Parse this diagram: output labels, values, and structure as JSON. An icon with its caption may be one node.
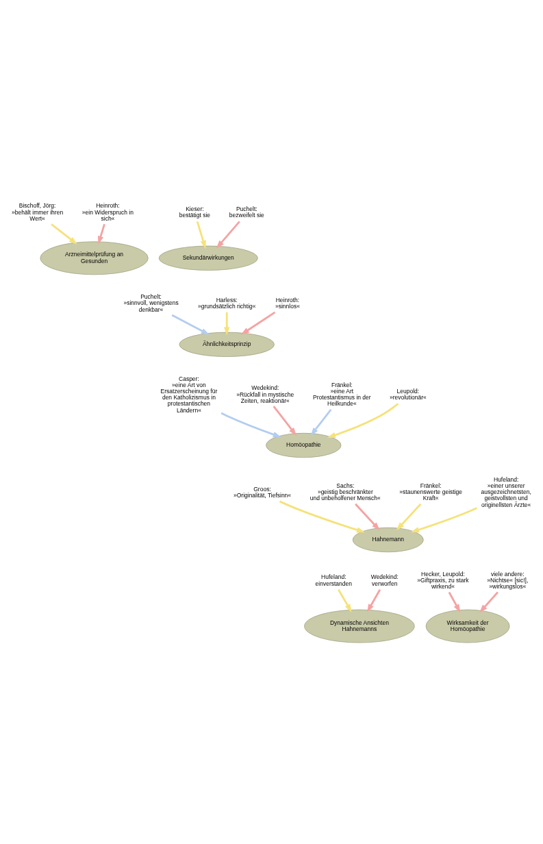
{
  "diagram": {
    "nodes": [
      {
        "text": [
          "Bischoff, Jörg:",
          "»behält immer ihren Wert«"
        ]
      },
      {
        "text": [
          "Heinroth:",
          "»ein Widerspruch in sich«"
        ]
      },
      {
        "text": [
          "Arzneimittelprüfung an Gesunden"
        ]
      },
      {
        "text": [
          "Kieser:",
          "bestätigt sie"
        ]
      },
      {
        "text": [
          "Puchelt:",
          "bezweifelt sie"
        ]
      },
      {
        "text": [
          "Sekundärwirkungen"
        ]
      },
      {
        "text": [
          "Puchelt:",
          "»sinnvoll, wenigstens denkbar«"
        ]
      },
      {
        "text": [
          "Harless:",
          "»grundsätzlich richtig«"
        ]
      },
      {
        "text": [
          "Heinroth:",
          "»sinnlos«"
        ]
      },
      {
        "text": [
          "Ähnlichkeitsprinzip"
        ]
      },
      {
        "text": [
          "Casper:",
          "»eine Art von Ersatzerscheinung für den Katholizismus in protestantischen Ländern«"
        ]
      },
      {
        "text": [
          "Fränkel:",
          "»eine Art Protestantismus in der Heilkunde«"
        ]
      },
      {
        "text": [
          "Wedekind:",
          "»Rückfall in mystische Zeiten, reaktionär«"
        ]
      },
      {
        "text": [
          "Leupold:",
          "»revolutionär«"
        ]
      },
      {
        "text": [
          "Homöopathie"
        ]
      },
      {
        "text": [
          "Groos:",
          "»Originalität, Tiefsinn«"
        ]
      },
      {
        "text": [
          "Fränkel:",
          "»staunenswerte geistige Kraft«"
        ]
      },
      {
        "text": [
          "Sachs:",
          "»geistig beschränkter und unbeholfener Mensch«"
        ]
      },
      {
        "text": [
          "Hufeland:",
          "»einer unserer ausgezeichnetsten, geistvollsten und originellsten Ärzte«"
        ]
      },
      {
        "text": [
          "Hahnemann"
        ]
      },
      {
        "text": [
          "Hufeland:",
          "einverstanden"
        ]
      },
      {
        "text": [
          "Wedekind:",
          "verworfen"
        ]
      },
      {
        "text": [
          "Hecker, Leupold:",
          "»Giftpraxis, zu stark wirkend«"
        ]
      },
      {
        "text": [
          "Dynamische Ansichten Hahnemanns"
        ]
      },
      {
        "text": [
          "Wirksamkeit der Homöopathie"
        ]
      },
      {
        "text": [
          "viele andere:",
          "»Nichtse« [sic!], »wirkungslos«"
        ]
      }
    ],
    "edges": [
      {
        "from": 0,
        "to": 2,
        "arrow": "to",
        "color": "#f5e27a"
      },
      {
        "from": 1,
        "to": 2,
        "arrow": "to",
        "color": "#f4a3a3"
      },
      {
        "from": 3,
        "to": 5,
        "arrow": "to",
        "color": "#f5e27a"
      },
      {
        "from": 4,
        "to": 5,
        "arrow": "to",
        "color": "#f4a3a3"
      },
      {
        "from": 6,
        "to": 9,
        "arrow": "to",
        "color": "#b3cdf0"
      },
      {
        "from": 7,
        "to": 9,
        "arrow": "to",
        "color": "#f5e27a"
      },
      {
        "from": 8,
        "to": 9,
        "arrow": "to",
        "color": "#f4a3a3"
      },
      {
        "from": 10,
        "to": 14,
        "arrow": "to",
        "color": "#b3cdf0"
      },
      {
        "from": 11,
        "to": 14,
        "arrow": "to",
        "color": "#b3cdf0"
      },
      {
        "from": 12,
        "to": 14,
        "arrow": "to",
        "color": "#f4a3a3"
      },
      {
        "from": 13,
        "to": 14,
        "arrow": "to",
        "color": "#f5e27a"
      },
      {
        "from": 15,
        "to": 19,
        "arrow": "to",
        "color": "#f5e27a"
      },
      {
        "from": 16,
        "to": 19,
        "arrow": "to",
        "color": "#f5e27a"
      },
      {
        "from": 17,
        "to": 19,
        "arrow": "to",
        "color": "#f4a3a3"
      },
      {
        "from": 18,
        "to": 19,
        "arrow": "to",
        "color": "#f5e27a"
      },
      {
        "from": 20,
        "to": 23,
        "arrow": "to",
        "color": "#f5e27a"
      },
      {
        "from": 21,
        "to": 23,
        "arrow": "to",
        "color": "#f4a3a3"
      },
      {
        "from": 22,
        "to": 24,
        "arrow": "to",
        "color": "#f4a3a3"
      },
      {
        "from": 25,
        "to": 24,
        "arrow": "to",
        "color": "#f4a3a3"
      }
    ]
  }
}
